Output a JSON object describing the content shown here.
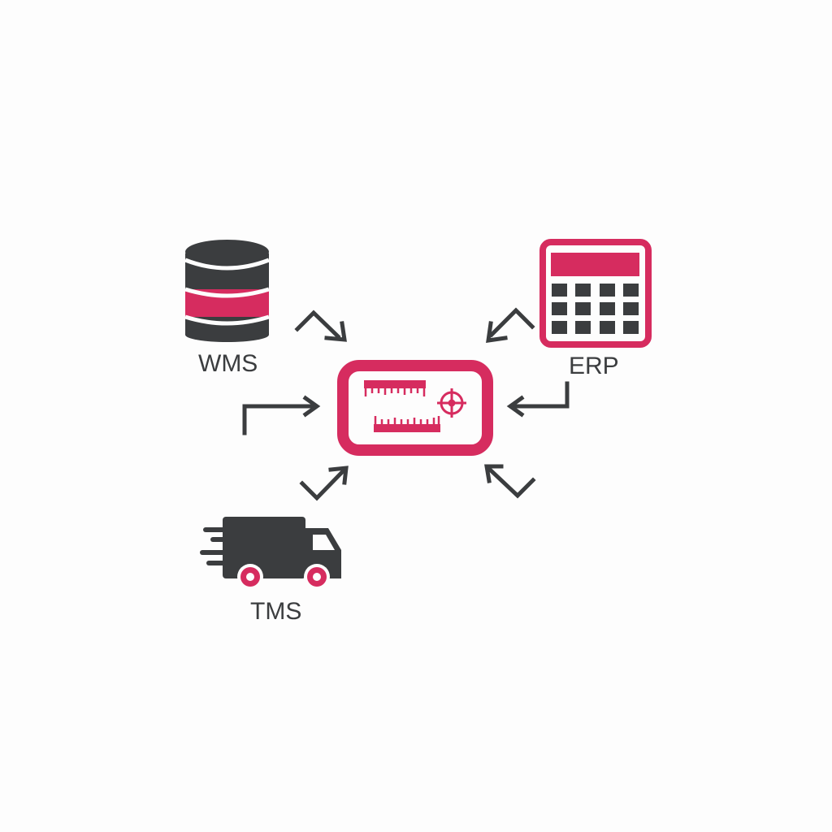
{
  "colors": {
    "accent": "#d62c5f",
    "dark": "#3b3d3f",
    "background": "#fdfdfd"
  },
  "nodes": {
    "wms": {
      "label": "WMS",
      "icon": "database-icon"
    },
    "erp": {
      "label": "ERP",
      "icon": "calendar-grid-icon"
    },
    "tms": {
      "label": "TMS",
      "icon": "delivery-truck-icon"
    },
    "center": {
      "icon": "measurement-target-icon"
    }
  },
  "connections": [
    {
      "from": "wms",
      "to": "center"
    },
    {
      "from": "erp",
      "to": "center"
    },
    {
      "from": "left",
      "to": "center"
    },
    {
      "from": "right",
      "to": "center"
    },
    {
      "from": "tms",
      "to": "center"
    },
    {
      "from": "lower-right",
      "to": "center"
    }
  ]
}
